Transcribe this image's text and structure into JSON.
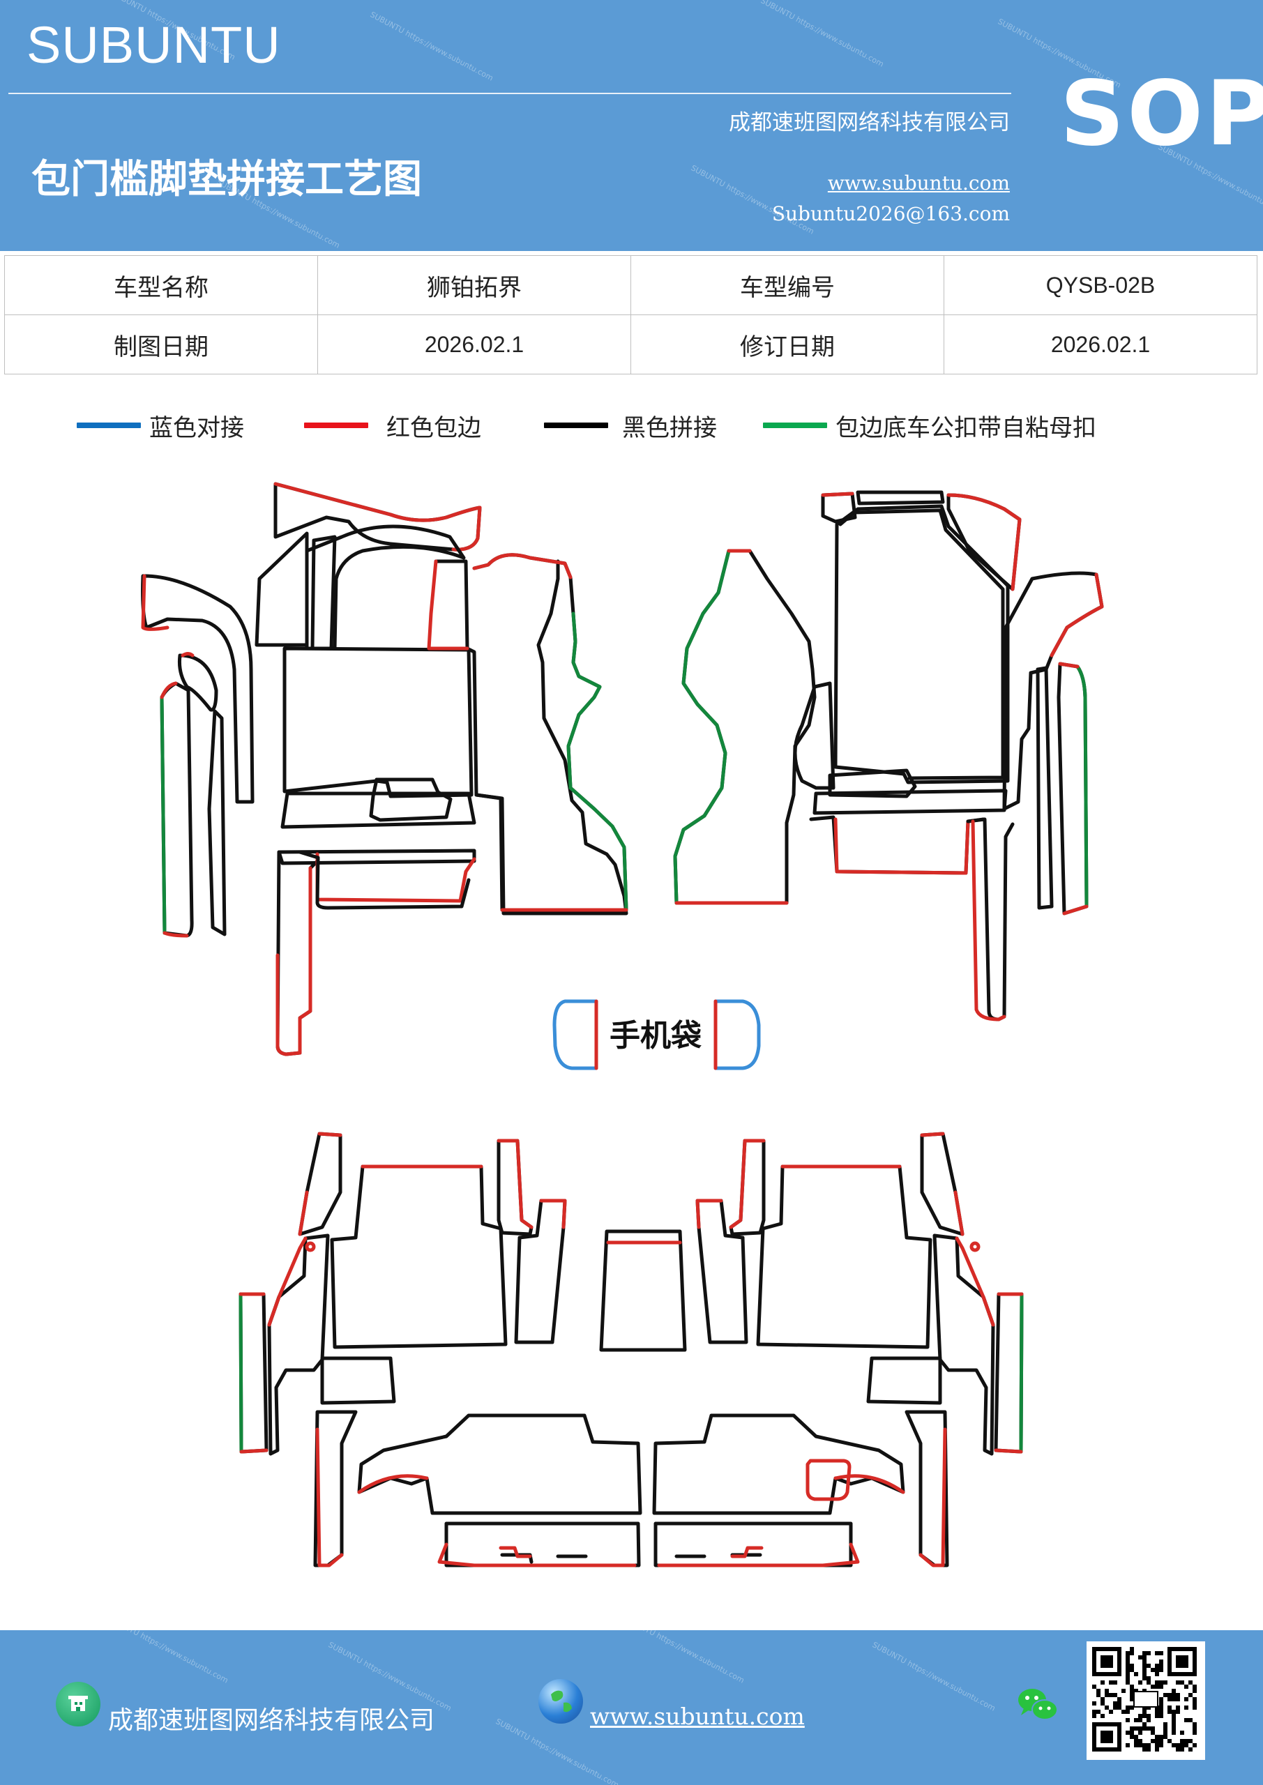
{
  "header": {
    "brand": "SUBUNTU",
    "title": "包门槛脚垫拼接工艺图",
    "company": "成都速班图网络科技有限公司",
    "website": "www.subuntu.com",
    "email": "Subuntu2026@163.com",
    "badge": "SOP"
  },
  "info": {
    "model_name_label": "车型名称",
    "model_name_value": "狮铂拓界",
    "model_code_label": "车型编号",
    "model_code_value": "QYSB-02B",
    "draw_date_label": "制图日期",
    "draw_date_value": "2026.02.1",
    "revise_date_label": "修订日期",
    "revise_date_value": "2026.02.1"
  },
  "legend": [
    {
      "label": "蓝色对接",
      "color": "#0f6fbf"
    },
    {
      "label": "红色包边",
      "color": "#e8131b"
    },
    {
      "label": "黑色拼接",
      "color": "#000000"
    },
    {
      "label": "包边底车公扣带自粘母扣",
      "color": "#0aa84f"
    }
  ],
  "diagram": {
    "phone_pocket_label": "手机袋",
    "colors": {
      "black": "#111111",
      "red": "#d62b26",
      "green": "#13873c",
      "blue": "#3a8ed8"
    }
  },
  "footer": {
    "company": "成都速班图网络科技有限公司",
    "website": "www.subuntu.com",
    "icons": [
      "building-icon",
      "globe-icon",
      "wechat-icon",
      "qr-code"
    ]
  }
}
